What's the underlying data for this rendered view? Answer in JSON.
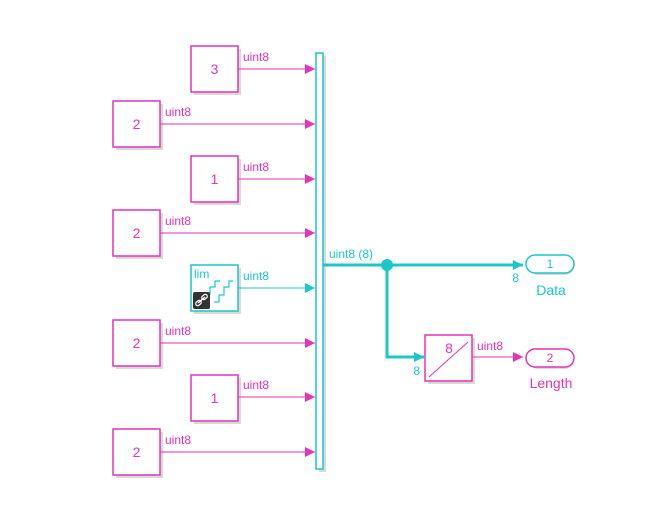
{
  "colors": {
    "magenta": "#E633B8",
    "cyan": "#1CC7C7",
    "block_shadow": "#d9d9d9"
  },
  "constants": [
    {
      "value": "3",
      "signal": "uint8"
    },
    {
      "value": "2",
      "signal": "uint8"
    },
    {
      "value": "1",
      "signal": "uint8"
    },
    {
      "value": "2",
      "signal": "uint8"
    },
    {
      "value": "lim",
      "signal": "uint8"
    },
    {
      "value": "2",
      "signal": "uint8"
    },
    {
      "value": "1",
      "signal": "uint8"
    },
    {
      "value": "2",
      "signal": "uint8"
    }
  ],
  "mux_output": {
    "signal": "uint8 (8)"
  },
  "outports": [
    {
      "number": "1",
      "name": "Data",
      "width": "8"
    },
    {
      "number": "2",
      "name": "Length"
    }
  ],
  "width_block": {
    "value": "8",
    "input_width": "8",
    "signal": "uint8"
  },
  "icons": {
    "limit_block": "stair-step-limit-icon",
    "link": "link-icon"
  }
}
